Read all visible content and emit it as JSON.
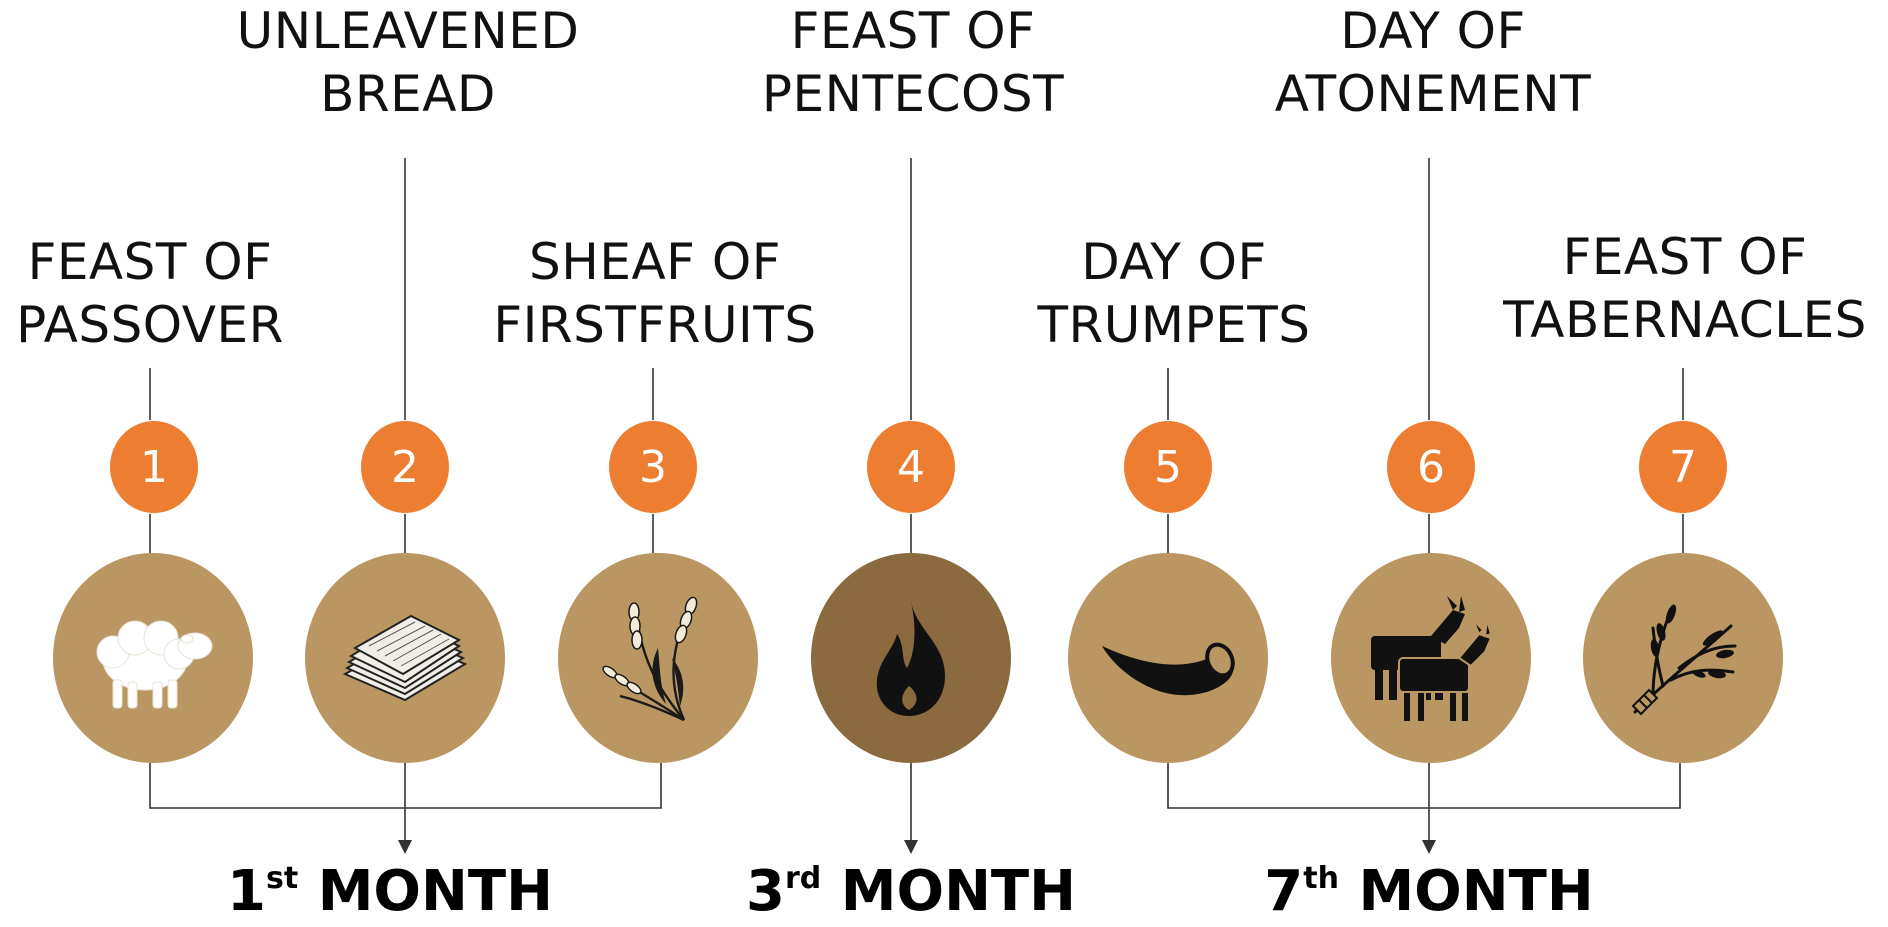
{
  "feasts": [
    {
      "number": "1",
      "line1": "FEAST OF",
      "line2": "PASSOVER",
      "icon": "lamb-icon"
    },
    {
      "number": "2",
      "line1": "UNLEAVENED",
      "line2": "BREAD",
      "icon": "unleavened-bread-icon"
    },
    {
      "number": "3",
      "line1": "SHEAF OF",
      "line2": "FIRSTFRUITS",
      "icon": "wheat-sheaf-icon"
    },
    {
      "number": "4",
      "line1": "FEAST OF",
      "line2": "PENTECOST",
      "icon": "flame-icon"
    },
    {
      "number": "5",
      "line1": "DAY OF",
      "line2": "TRUMPETS",
      "icon": "shofar-horn-icon"
    },
    {
      "number": "6",
      "line1": "DAY OF",
      "line2": "ATONEMENT",
      "icon": "goats-icon"
    },
    {
      "number": "7",
      "line1": "FEAST OF",
      "line2": "TABERNACLES",
      "icon": "palm-branch-icon"
    }
  ],
  "months": [
    {
      "number": "1",
      "suffix": "st",
      "word": "MONTH"
    },
    {
      "number": "3",
      "suffix": "rd",
      "word": "MONTH"
    },
    {
      "number": "7",
      "suffix": "th",
      "word": "MONTH"
    }
  ],
  "colors": {
    "badge": "#ED7D31",
    "disc": "#BA9762",
    "disc_dark": "#8A6A3E",
    "icon_dark": "#111111",
    "icon_light": "#FFFFFF",
    "line": "#333333"
  }
}
